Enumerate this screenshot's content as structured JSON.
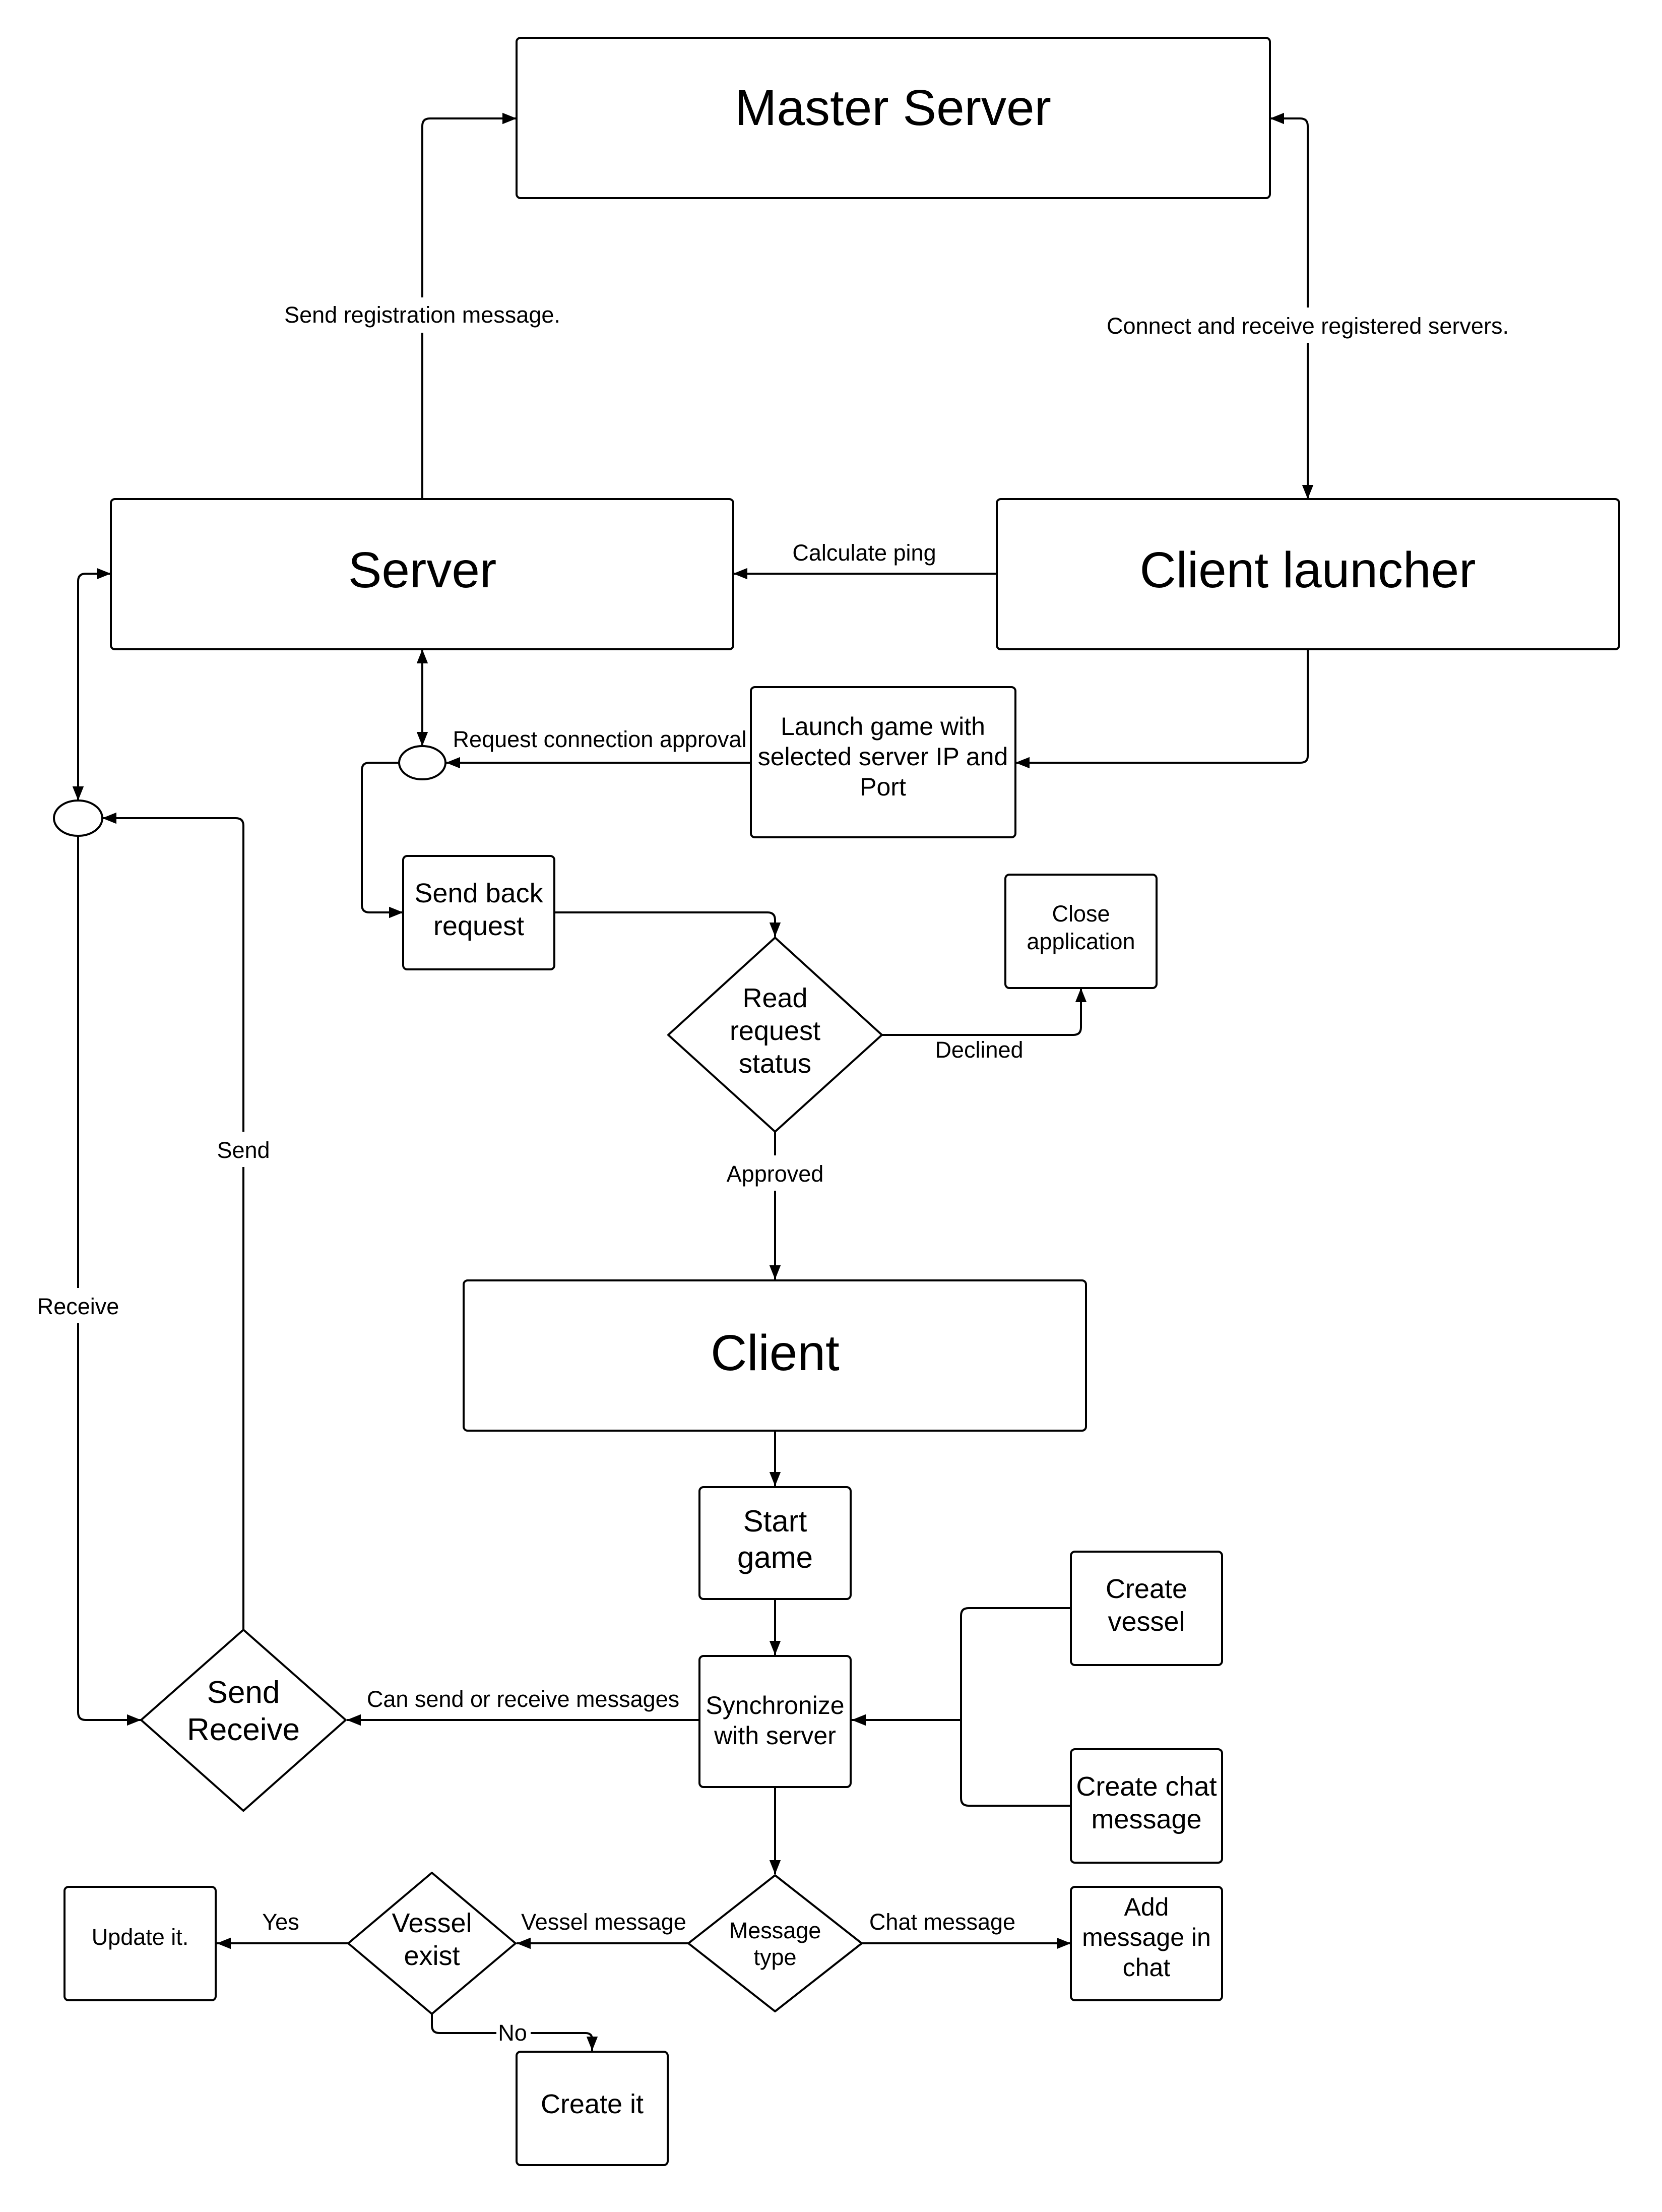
{
  "nodes": {
    "master_server": {
      "label": "Master Server"
    },
    "server": {
      "label": "Server"
    },
    "client_launcher": {
      "label": "Client launcher"
    },
    "launch_game": {
      "lines": [
        "Launch game with",
        "selected server IP and",
        "Port"
      ]
    },
    "send_back_request": {
      "lines": [
        "Send back",
        "request"
      ]
    },
    "close_application": {
      "lines": [
        "Close",
        "application"
      ]
    },
    "read_request_status": {
      "lines": [
        "Read",
        "request",
        "status"
      ]
    },
    "client": {
      "label": "Client"
    },
    "start_game": {
      "lines": [
        "Start",
        "game"
      ]
    },
    "synchronize": {
      "lines": [
        "Synchronize",
        "with server"
      ]
    },
    "create_vessel": {
      "lines": [
        "Create",
        "vessel"
      ]
    },
    "create_chat_message": {
      "lines": [
        "Create chat",
        "message"
      ]
    },
    "send_receive": {
      "lines": [
        "Send",
        "Receive"
      ]
    },
    "message_type": {
      "lines": [
        "Message",
        "type"
      ]
    },
    "vessel_exist": {
      "lines": [
        "Vessel",
        "exist"
      ]
    },
    "update_it": {
      "label": "Update it."
    },
    "create_it": {
      "label": "Create it"
    },
    "add_message_in_chat": {
      "lines": [
        "Add",
        "message in",
        "chat"
      ]
    }
  },
  "edges": {
    "send_registration": "Send registration message.",
    "connect_receive": "Connect and receive registered servers.",
    "calculate_ping": "Calculate ping",
    "request_connection_approval": "Request connection approval",
    "declined": "Declined",
    "approved": "Approved",
    "send": "Send",
    "receive": "Receive",
    "can_send_receive": "Can send or receive messages",
    "vessel_message": "Vessel message",
    "chat_message": "Chat message",
    "yes": "Yes",
    "no": "No"
  },
  "colors": {
    "stroke": "#000000",
    "fill": "#ffffff",
    "text": "#000000"
  }
}
